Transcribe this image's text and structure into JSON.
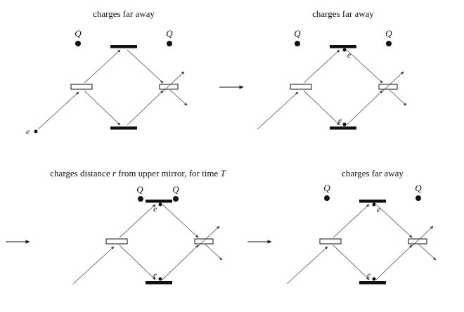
{
  "figure": {
    "colors": {
      "background": "#ffffff",
      "ink": "#111111"
    },
    "transition_arrow_icon": "long-right-arrow",
    "panels": {
      "top_left": {
        "title": "charges far away",
        "charge_left": "Q",
        "charge_right": "Q",
        "electron_in": "e"
      },
      "top_right": {
        "title": "charges far away",
        "charge_left": "Q",
        "charge_right": "Q",
        "electron_upper": "e",
        "electron_lower": "e"
      },
      "bottom_left": {
        "title_part1": "charges distance ",
        "title_var1": "r",
        "title_part2": " from upper mirror, for time ",
        "title_var2": "T",
        "charge_left": "Q",
        "charge_right": "Q",
        "electron_upper": "e",
        "electron_lower": "e"
      },
      "bottom_right": {
        "title": "charges far away",
        "charge_left": "Q",
        "charge_right": "Q",
        "electron_upper": "e",
        "electron_lower": "e"
      }
    }
  }
}
